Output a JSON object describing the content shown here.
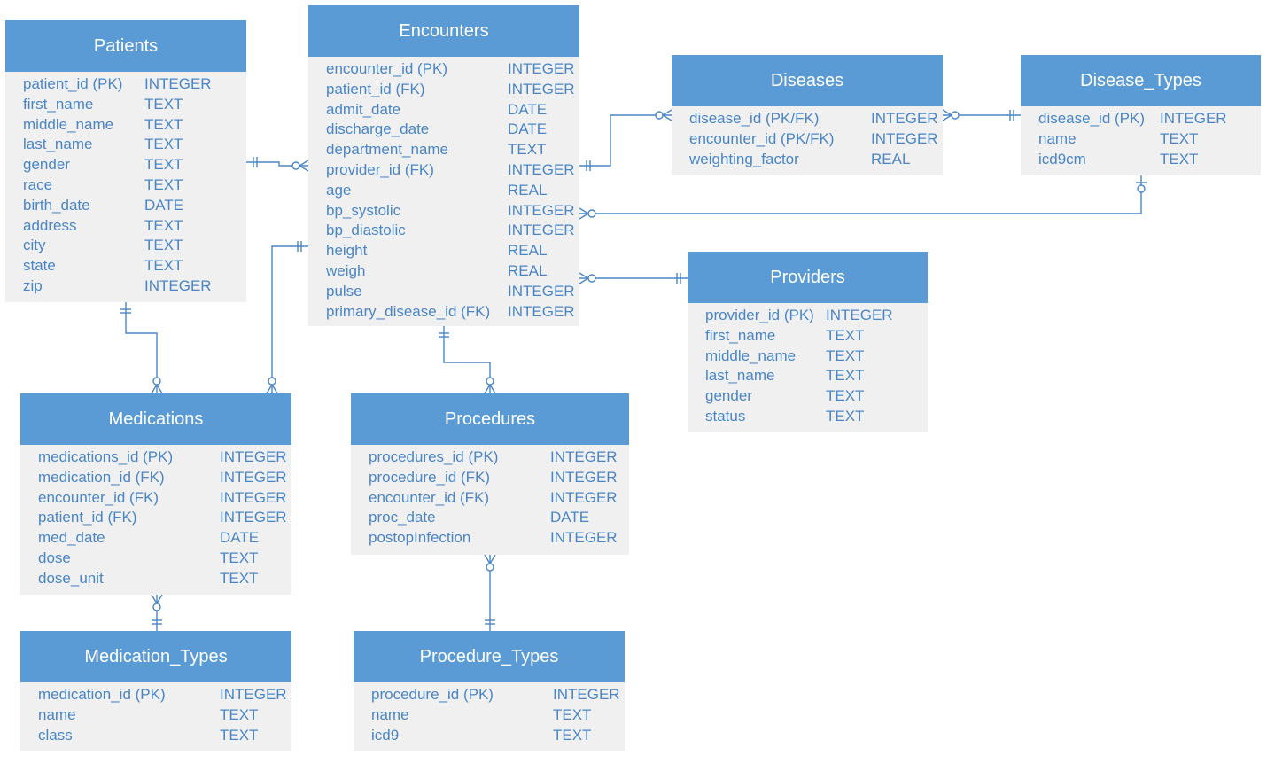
{
  "colors": {
    "header_bg": "#5b9bd5",
    "header_text": "#ffffff",
    "body_bg": "#f0f0f0",
    "field_text": "#4a86c6",
    "line": "#4a86c6"
  },
  "entities": {
    "patients": {
      "title": "Patients",
      "fields": [
        {
          "name": "patient_id (PK)",
          "type": "INTEGER"
        },
        {
          "name": "first_name",
          "type": "TEXT"
        },
        {
          "name": "middle_name",
          "type": "TEXT"
        },
        {
          "name": "last_name",
          "type": "TEXT"
        },
        {
          "name": "gender",
          "type": "TEXT"
        },
        {
          "name": "race",
          "type": "TEXT"
        },
        {
          "name": "birth_date",
          "type": "DATE"
        },
        {
          "name": "address",
          "type": "TEXT"
        },
        {
          "name": "city",
          "type": "TEXT"
        },
        {
          "name": "state",
          "type": "TEXT"
        },
        {
          "name": "zip",
          "type": "INTEGER"
        }
      ]
    },
    "encounters": {
      "title": "Encounters",
      "fields": [
        {
          "name": "encounter_id (PK)",
          "type": "INTEGER"
        },
        {
          "name": "patient_id (FK)",
          "type": "INTEGER"
        },
        {
          "name": "admit_date",
          "type": "DATE"
        },
        {
          "name": "discharge_date",
          "type": "DATE"
        },
        {
          "name": "department_name",
          "type": "TEXT"
        },
        {
          "name": "provider_id (FK)",
          "type": "INTEGER"
        },
        {
          "name": "age",
          "type": "REAL"
        },
        {
          "name": "bp_systolic",
          "type": "INTEGER"
        },
        {
          "name": "bp_diastolic",
          "type": "INTEGER"
        },
        {
          "name": "height",
          "type": "REAL"
        },
        {
          "name": "weigh",
          "type": "REAL"
        },
        {
          "name": "pulse",
          "type": "INTEGER"
        },
        {
          "name": "primary_disease_id (FK)",
          "type": "INTEGER"
        }
      ]
    },
    "diseases": {
      "title": "Diseases",
      "fields": [
        {
          "name": "disease_id (PK/FK)",
          "type": "INTEGER"
        },
        {
          "name": "encounter_id (PK/FK)",
          "type": "INTEGER"
        },
        {
          "name": "weighting_factor",
          "type": "REAL"
        }
      ]
    },
    "disease_types": {
      "title": "Disease_Types",
      "fields": [
        {
          "name": "disease_id (PK)",
          "type": "INTEGER"
        },
        {
          "name": "name",
          "type": "TEXT"
        },
        {
          "name": "icd9cm",
          "type": "TEXT"
        }
      ]
    },
    "providers": {
      "title": "Providers",
      "fields": [
        {
          "name": "provider_id (PK)",
          "type": "INTEGER"
        },
        {
          "name": "first_name",
          "type": "TEXT"
        },
        {
          "name": "middle_name",
          "type": "TEXT"
        },
        {
          "name": "last_name",
          "type": "TEXT"
        },
        {
          "name": "gender",
          "type": "TEXT"
        },
        {
          "name": "status",
          "type": "TEXT"
        }
      ]
    },
    "medications": {
      "title": "Medications",
      "fields": [
        {
          "name": "medications_id (PK)",
          "type": "INTEGER"
        },
        {
          "name": "medication_id (FK)",
          "type": "INTEGER"
        },
        {
          "name": "encounter_id (FK)",
          "type": "INTEGER"
        },
        {
          "name": "patient_id (FK)",
          "type": "INTEGER"
        },
        {
          "name": "med_date",
          "type": "DATE"
        },
        {
          "name": "dose",
          "type": "TEXT"
        },
        {
          "name": "dose_unit",
          "type": "TEXT"
        }
      ]
    },
    "procedures": {
      "title": "Procedures",
      "fields": [
        {
          "name": "procedures_id (PK)",
          "type": "INTEGER"
        },
        {
          "name": "procedure_id (FK)",
          "type": "INTEGER"
        },
        {
          "name": "encounter_id (FK)",
          "type": "INTEGER"
        },
        {
          "name": "proc_date",
          "type": "DATE"
        },
        {
          "name": "postopInfection",
          "type": "INTEGER"
        }
      ]
    },
    "medication_types": {
      "title": "Medication_Types",
      "fields": [
        {
          "name": "medication_id (PK)",
          "type": "INTEGER"
        },
        {
          "name": "name",
          "type": "TEXT"
        },
        {
          "name": "class",
          "type": "TEXT"
        }
      ]
    },
    "procedure_types": {
      "title": "Procedure_Types",
      "fields": [
        {
          "name": "procedure_id (PK)",
          "type": "INTEGER"
        },
        {
          "name": "name",
          "type": "TEXT"
        },
        {
          "name": "icd9",
          "type": "TEXT"
        }
      ]
    }
  },
  "relationships": [
    {
      "from": "patients",
      "from_end": "one-and-only-one",
      "to": "encounters",
      "to_end": "zero-or-many"
    },
    {
      "from": "encounters",
      "from_end": "one-and-only-one",
      "to": "diseases",
      "to_end": "zero-or-many"
    },
    {
      "from": "disease_types",
      "from_end": "one-and-only-one",
      "to": "diseases",
      "to_end": "zero-or-many"
    },
    {
      "from": "disease_types",
      "from_end": "zero-or-one",
      "to": "encounters",
      "to_end": "zero-or-many"
    },
    {
      "from": "providers",
      "from_end": "one-and-only-one",
      "to": "encounters",
      "to_end": "zero-or-many"
    },
    {
      "from": "patients",
      "from_end": "one-and-only-one",
      "to": "medications",
      "to_end": "zero-or-many"
    },
    {
      "from": "encounters",
      "from_end": "one-and-only-one",
      "to": "medications",
      "to_end": "zero-or-many"
    },
    {
      "from": "encounters",
      "from_end": "one-and-only-one",
      "to": "procedures",
      "to_end": "zero-or-many"
    },
    {
      "from": "medication_types",
      "from_end": "one-and-only-one",
      "to": "medications",
      "to_end": "zero-or-many"
    },
    {
      "from": "procedure_types",
      "from_end": "one-and-only-one",
      "to": "procedures",
      "to_end": "zero-or-many"
    }
  ]
}
